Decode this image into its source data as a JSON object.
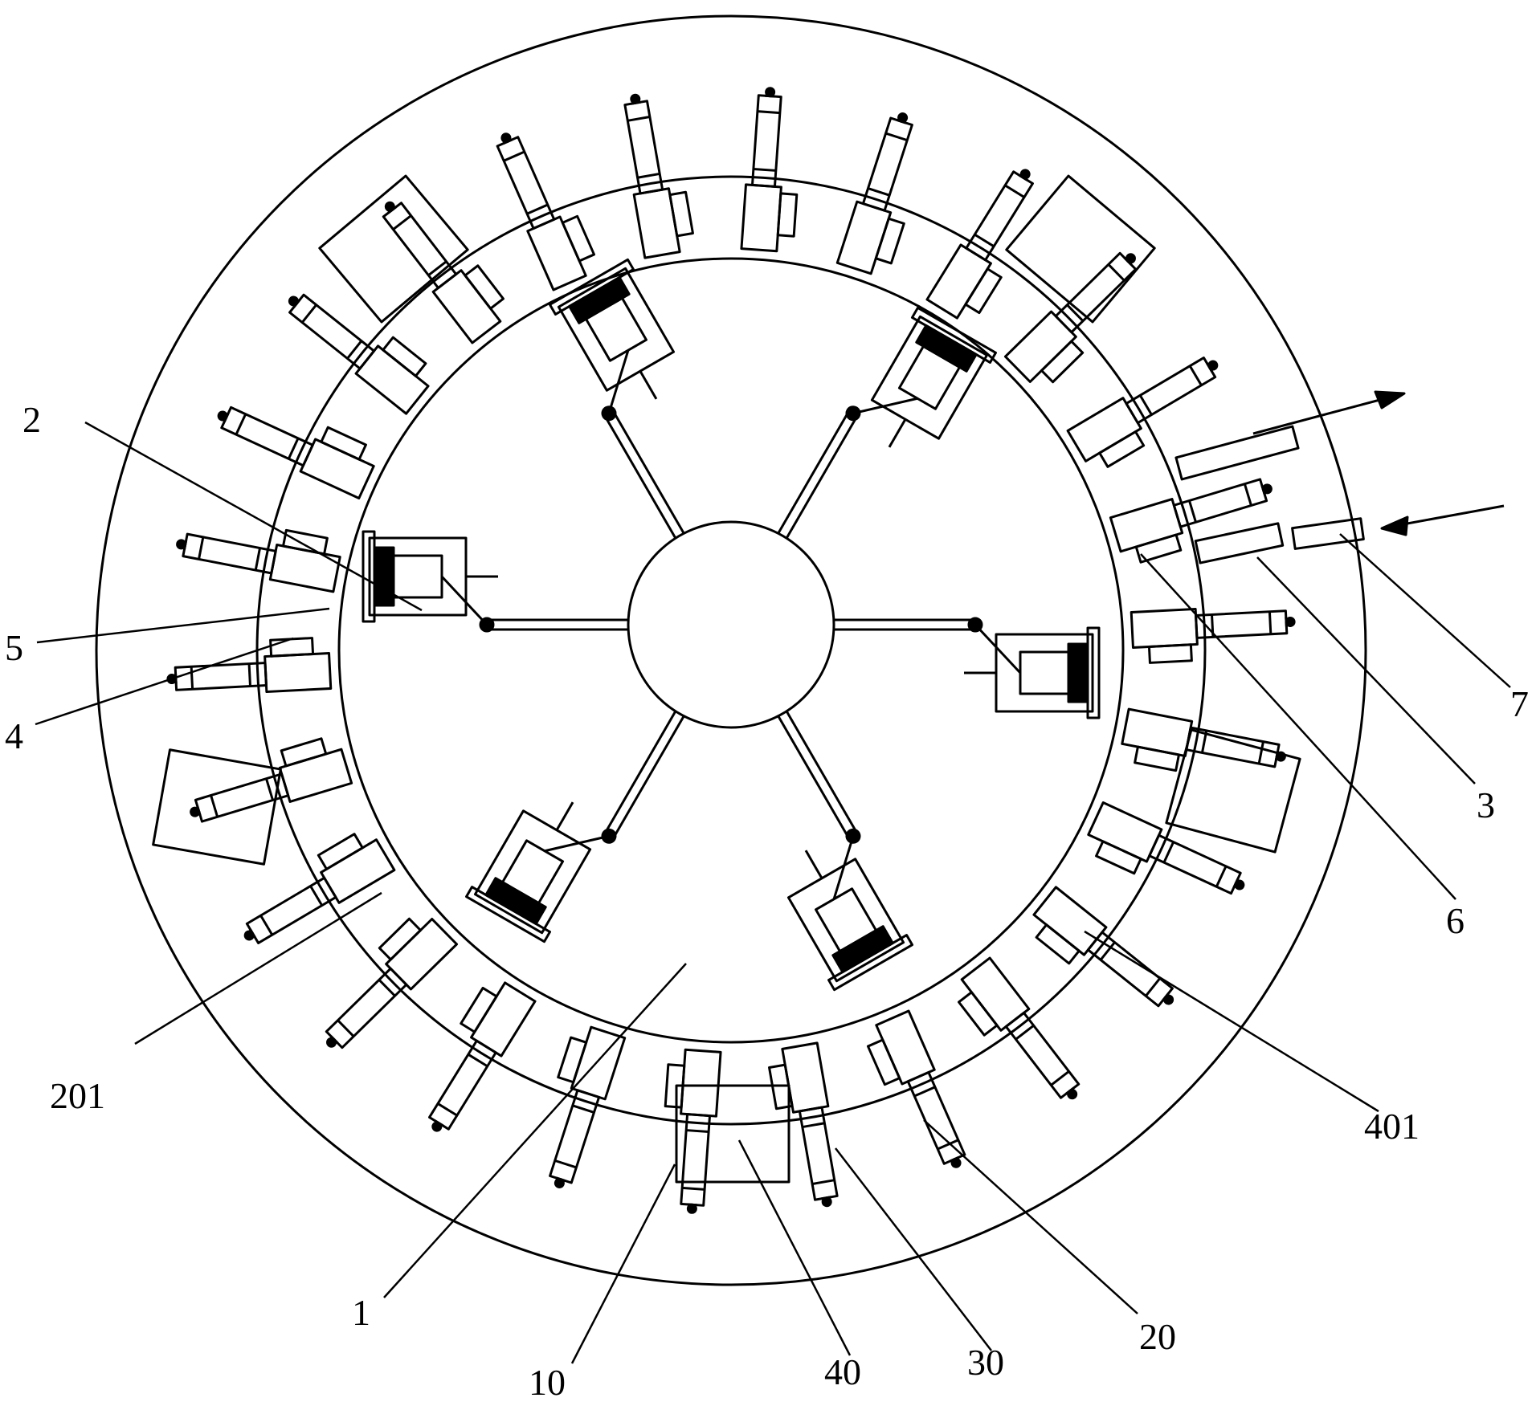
{
  "diagram": {
    "stroke_color": "#000000",
    "background": "#ffffff",
    "ring_station_count": 26,
    "robot_arm_count": 6,
    "arrows": [
      {
        "name": "outfeed-arrow",
        "direction": "outward"
      },
      {
        "name": "infeed-arrow",
        "direction": "inward"
      }
    ],
    "labels": [
      {
        "id": "2",
        "text": "2"
      },
      {
        "id": "5",
        "text": "5"
      },
      {
        "id": "4",
        "text": "4"
      },
      {
        "id": "201",
        "text": "201"
      },
      {
        "id": "1",
        "text": "1"
      },
      {
        "id": "10",
        "text": "10"
      },
      {
        "id": "40",
        "text": "40"
      },
      {
        "id": "30",
        "text": "30"
      },
      {
        "id": "20",
        "text": "20"
      },
      {
        "id": "401",
        "text": "401"
      },
      {
        "id": "6",
        "text": "6"
      },
      {
        "id": "3",
        "text": "3"
      },
      {
        "id": "7",
        "text": "7"
      }
    ]
  }
}
